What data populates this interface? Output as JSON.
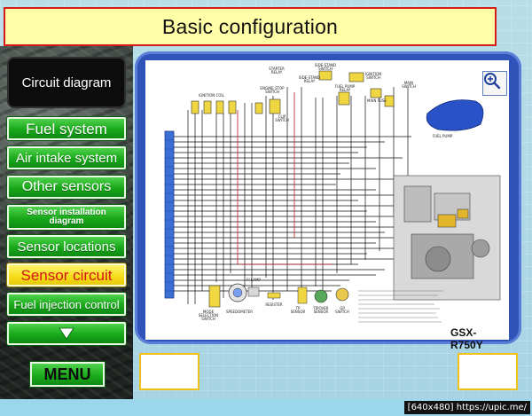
{
  "header": {
    "title": "Basic configuration"
  },
  "sidebar": {
    "items": [
      {
        "label": "Circuit diagram",
        "state": "dark"
      },
      {
        "label": "Fuel system",
        "state": "normal"
      },
      {
        "label": "Air intake system",
        "state": "normal"
      },
      {
        "label": "Other sensors",
        "state": "normal"
      },
      {
        "label": "Sensor installation diagram",
        "state": "normal"
      },
      {
        "label": "Sensor locations",
        "state": "normal"
      },
      {
        "label": "Sensor circuit",
        "state": "active"
      },
      {
        "label": "Fuel injection control",
        "state": "normal"
      }
    ],
    "scroll_icon": "triangle-down-icon",
    "menu_label": "MENU"
  },
  "diagram": {
    "zoom_icon": "magnifier-plus-icon",
    "model": "GSX-R750Y",
    "labels": {
      "ignition_coil": "IGNITION COIL",
      "starter_relay": "STARTER RELAY",
      "side_stand_relay": "SIDE-STAND RELAY",
      "side_stand_switch": "SIDE-STAND SWITCH",
      "engine_stop_switch": "ENGINE STOP SWITCH",
      "fuel_pump_relay": "FUEL PUMP RELAY",
      "main_fuse": "MAIN FUSE",
      "ignition_switch": "IGNITION SWITCH",
      "main_switch": "MAIN SWITCH",
      "clip_switch": "CLIP SWITCH",
      "fuel_pump": "FUEL PUMP",
      "mode_selection_switch": "MODE SELECTION SWITCH",
      "speedometer": "SPEEDOMETER",
      "fi_lamp": "FI LAMP",
      "resister": "RESISTER",
      "tp_sensor": "TP SENSOR",
      "tipover_sensor": "TIPOVER SENSOR",
      "gp_switch": "GP SWITCH"
    }
  },
  "footer": {
    "tag": "[640x480] https://upic.me/"
  },
  "colors": {
    "title_bg": "#ffffa8",
    "title_border": "#d61a1a",
    "nav_green": "#19a81a",
    "active_yellow": "#f5dc17",
    "active_text": "#d2161a",
    "diagram_frame": "#2f53b8"
  }
}
